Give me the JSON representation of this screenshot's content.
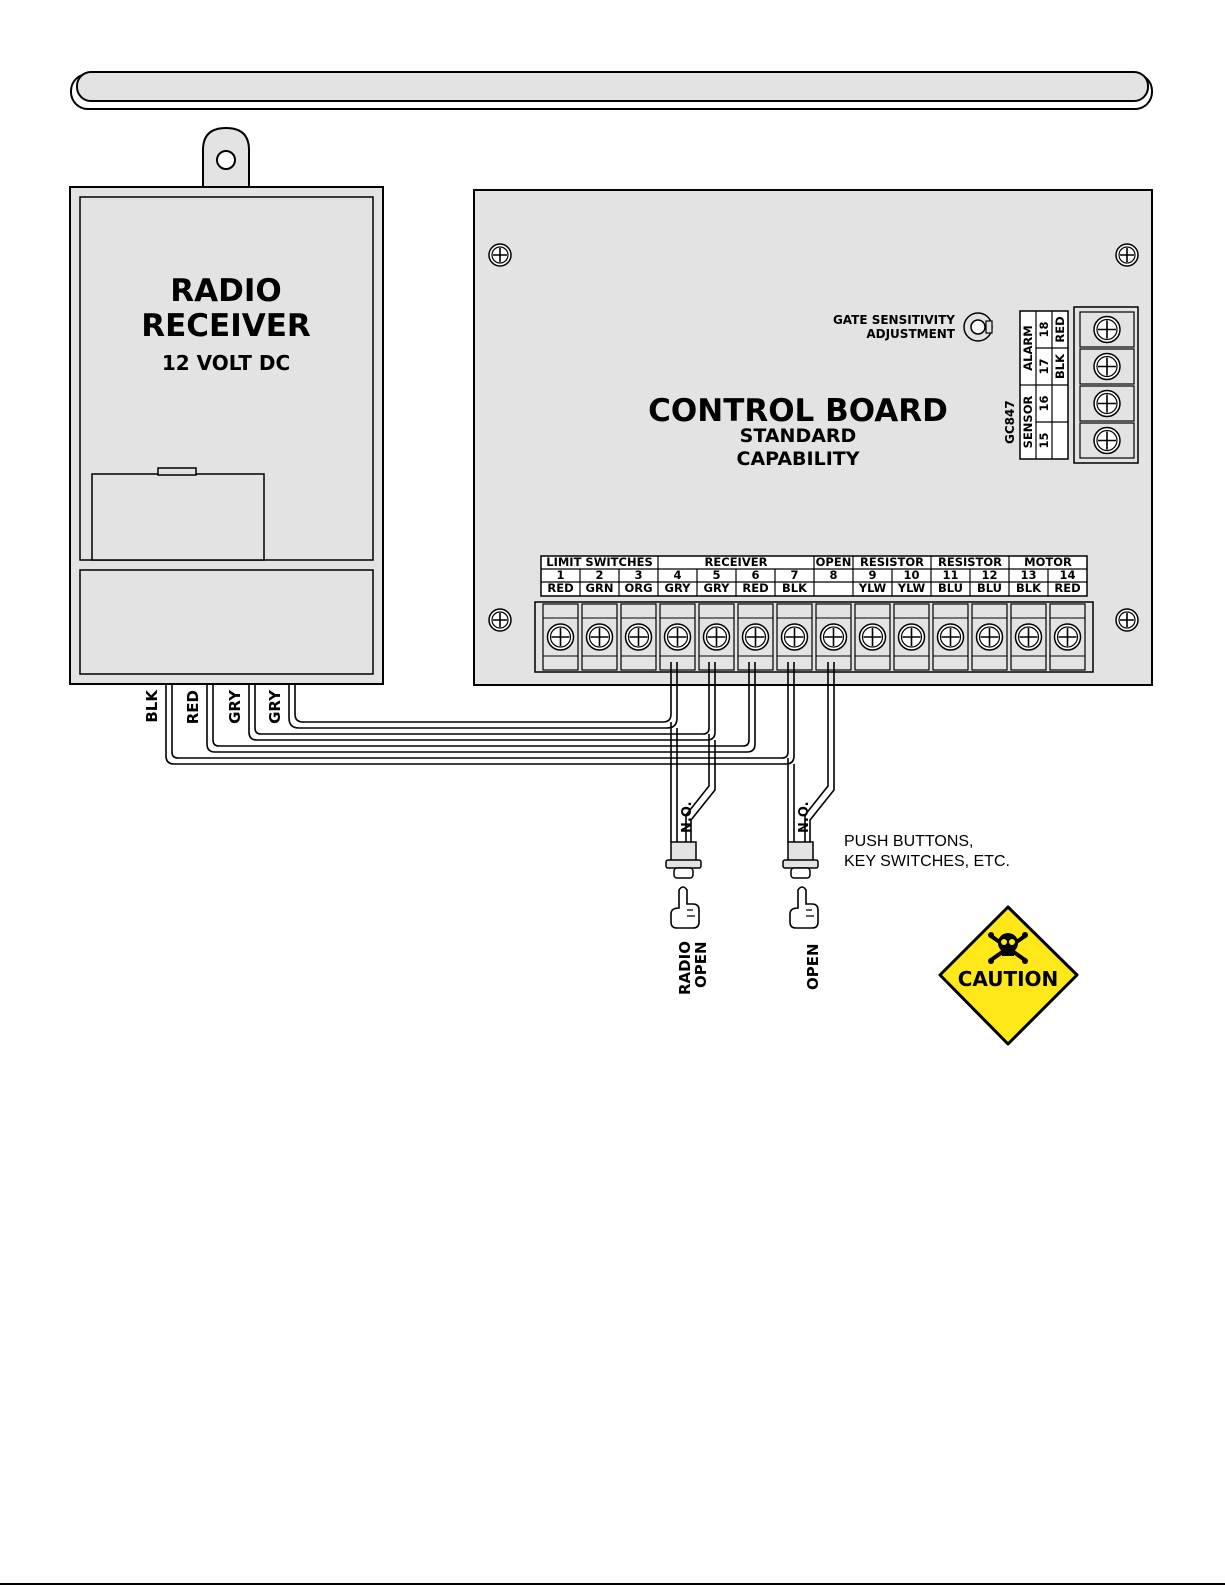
{
  "receiver": {
    "title_line1": "RADIO",
    "title_line2": "RECEIVER",
    "subtitle": "12 VOLT DC",
    "wires": [
      "BLK",
      "RED",
      "GRY",
      "GRY"
    ]
  },
  "board": {
    "title": "CONTROL BOARD",
    "subtitle_line1": "STANDARD",
    "subtitle_line2": "CAPABILITY",
    "sensitivity_line1": "GATE SENSITIVITY",
    "sensitivity_line2": "ADJUSTMENT",
    "model": "GC847",
    "groups": [
      {
        "label": "LIMIT SWITCHES",
        "span": 3
      },
      {
        "label": "RECEIVER",
        "span": 4
      },
      {
        "label": "OPEN",
        "span": 1
      },
      {
        "label": "RESISTOR",
        "span": 2
      },
      {
        "label": "RESISTOR",
        "span": 2
      },
      {
        "label": "MOTOR",
        "span": 2
      }
    ],
    "terminals": [
      {
        "num": "1",
        "color": "RED"
      },
      {
        "num": "2",
        "color": "GRN"
      },
      {
        "num": "3",
        "color": "ORG"
      },
      {
        "num": "4",
        "color": "GRY"
      },
      {
        "num": "5",
        "color": "GRY"
      },
      {
        "num": "6",
        "color": "RED"
      },
      {
        "num": "7",
        "color": "BLK"
      },
      {
        "num": "8",
        "color": ""
      },
      {
        "num": "9",
        "color": "YLW"
      },
      {
        "num": "10",
        "color": "YLW"
      },
      {
        "num": "11",
        "color": "BLU"
      },
      {
        "num": "12",
        "color": "BLU"
      },
      {
        "num": "13",
        "color": "BLK"
      },
      {
        "num": "14",
        "color": "RED"
      }
    ],
    "side_groups": [
      {
        "label": "ALARM"
      },
      {
        "label": "SENSOR"
      }
    ],
    "side_terminals": [
      {
        "num": "18",
        "color": "RED"
      },
      {
        "num": "17",
        "color": "BLK"
      },
      {
        "num": "16",
        "color": ""
      },
      {
        "num": "15",
        "color": ""
      }
    ]
  },
  "switches": [
    {
      "contact": "N.O.",
      "label_line1": "RADIO",
      "label_line2": "OPEN"
    },
    {
      "contact": "N.O.",
      "label_line1": "OPEN",
      "label_line2": ""
    }
  ],
  "push_buttons_line1": "PUSH BUTTONS,",
  "push_buttons_line2": "KEY SWITCHES, ETC.",
  "caution": "CAUTION",
  "colors": {
    "caution_fill": "#ffe81a",
    "line": "#000000",
    "panel": "#e3e3e3"
  }
}
